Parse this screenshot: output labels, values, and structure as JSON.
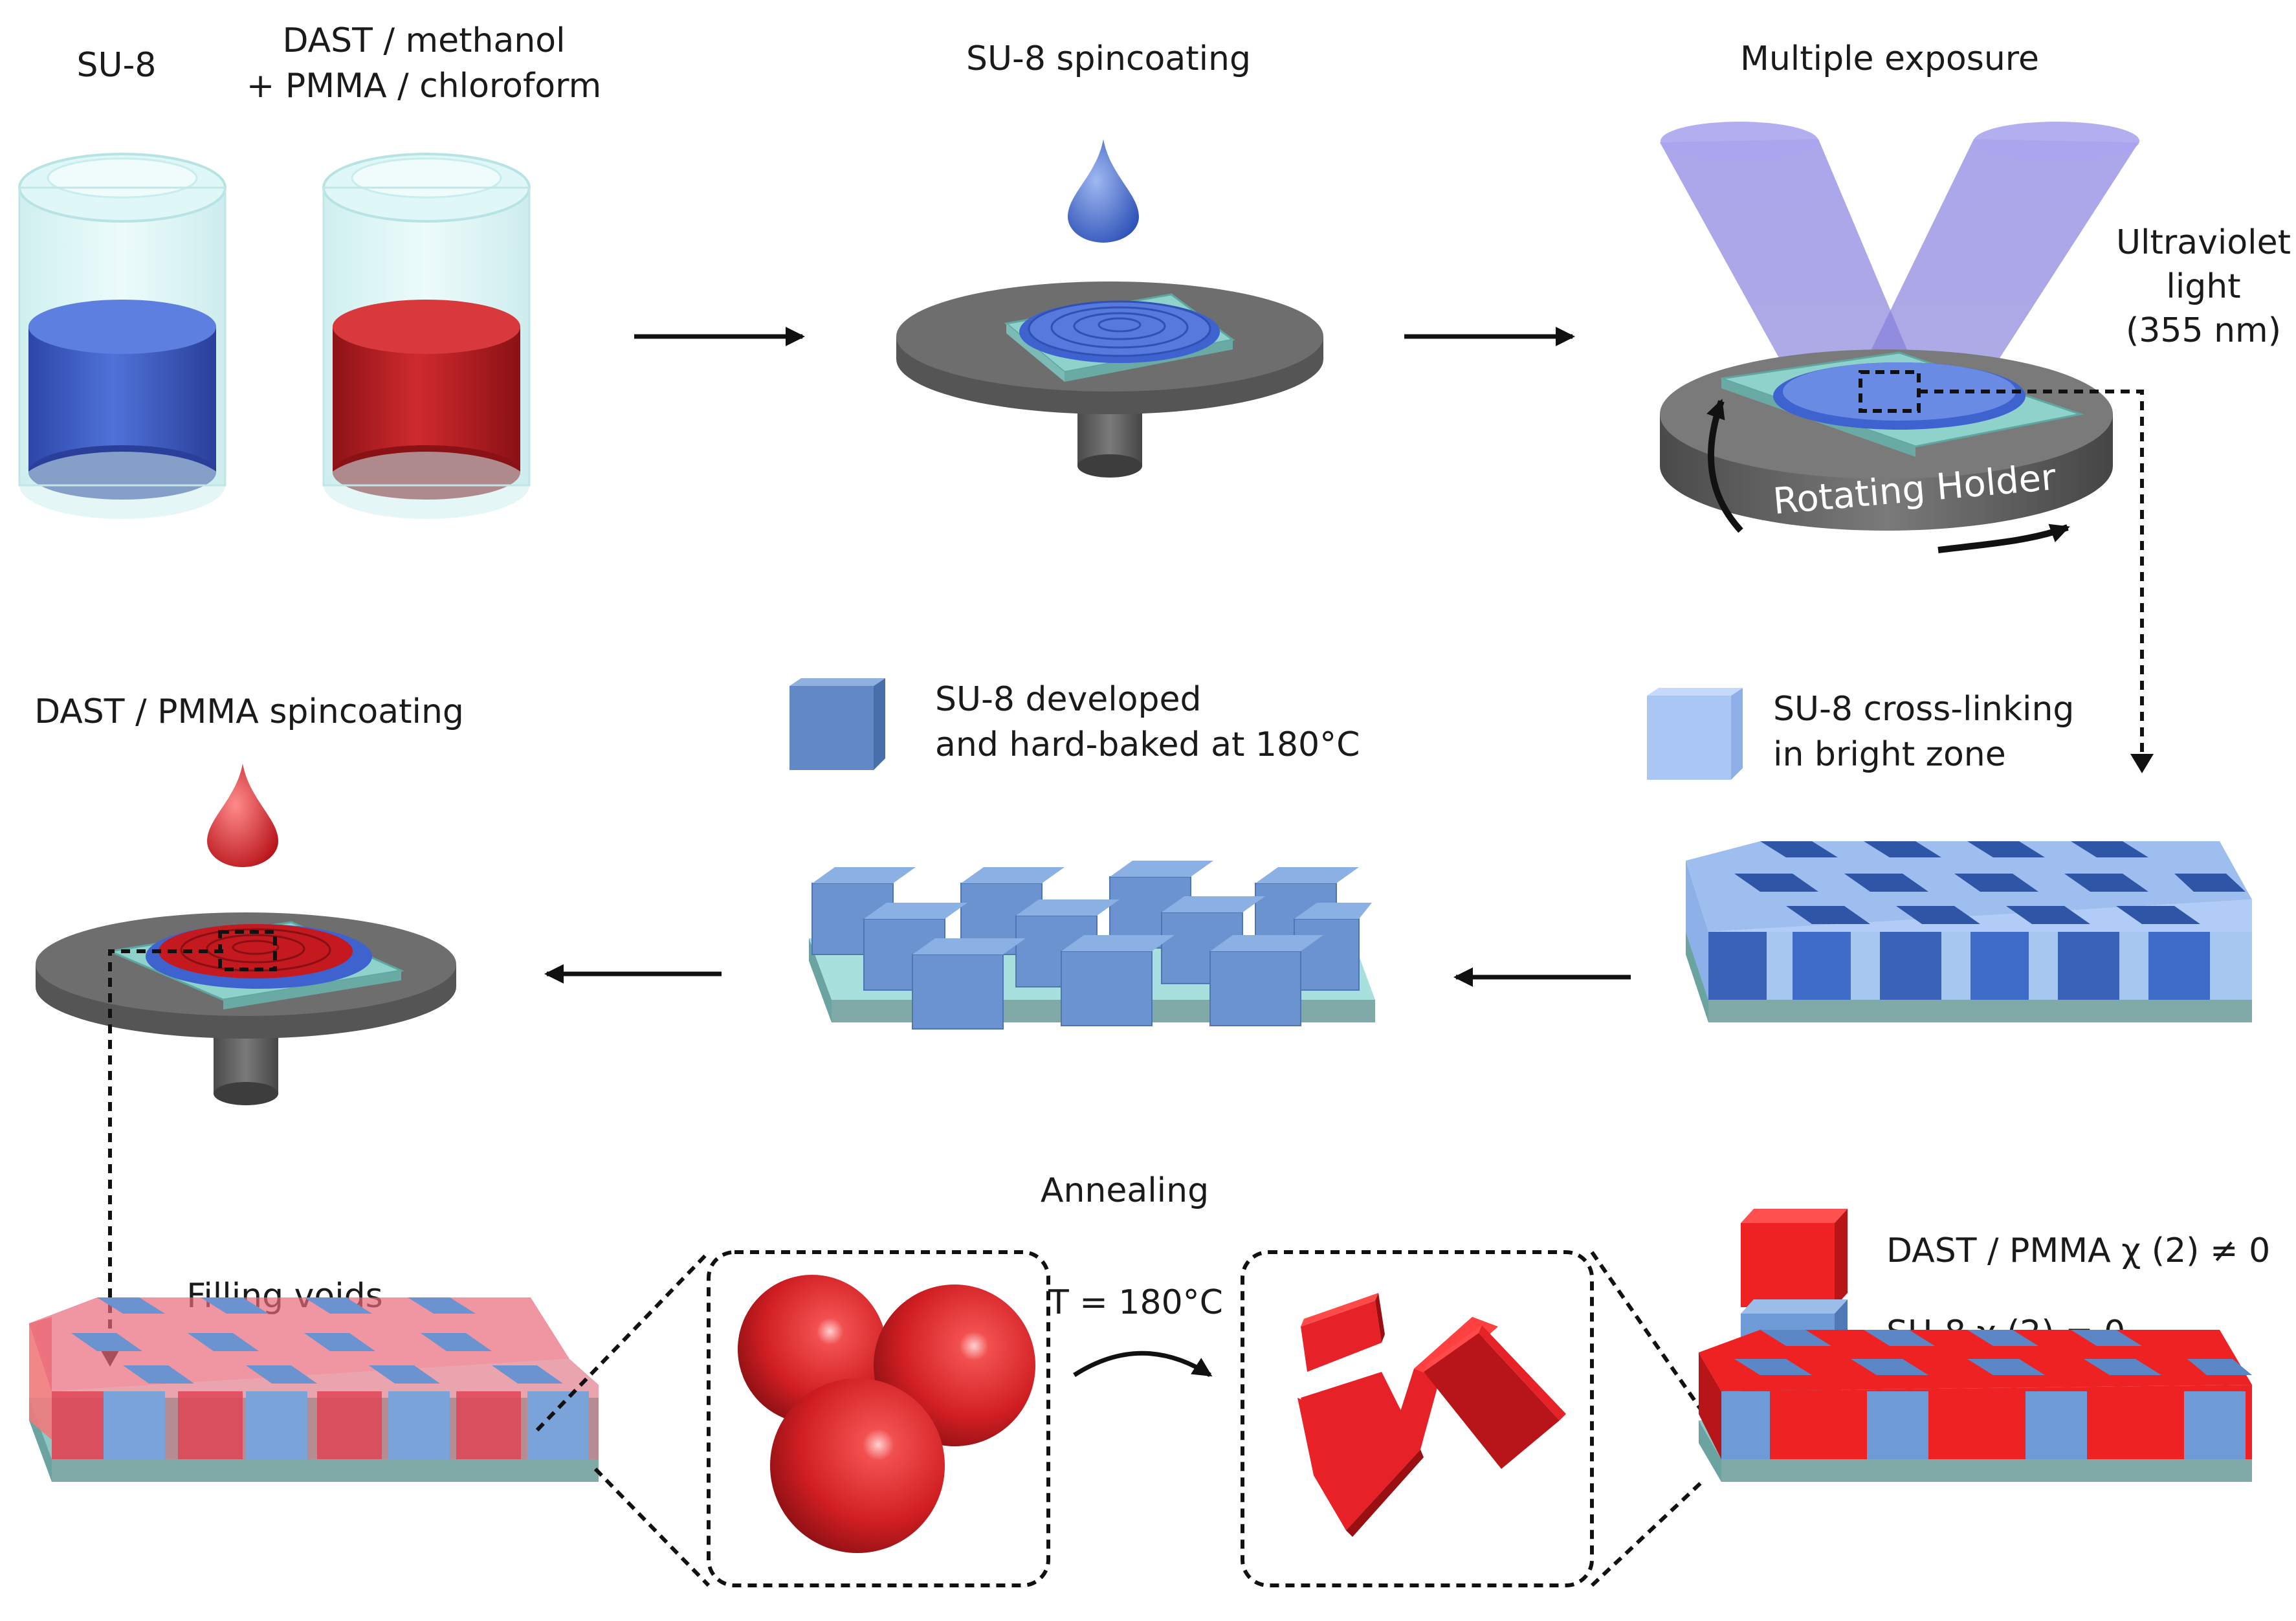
{
  "labels": {
    "su8": "SU-8",
    "dast_line1": "DAST / methanol",
    "dast_line2": "+ PMMA / chloroform",
    "su8_spin": "SU-8 spincoating",
    "multiple_exposure": "Multiple exposure",
    "uv_line1": "Ultraviolet",
    "uv_line2": "light",
    "uv_line3": "(355 nm)",
    "rotating_holder": "Rotating Holder",
    "dast_spin": "DAST / PMMA spincoating",
    "developed_line1": "SU-8 developed",
    "developed_line2": "and hard-baked at 180°C",
    "crosslink_line1": "SU-8 cross-linking",
    "crosslink_line2": "in bright zone",
    "annealing": "Annealing",
    "filling_voids": "Filling voids",
    "temperature": "T = 180°C",
    "legend_dast": "DAST / PMMA χ (2) ≠ 0",
    "legend_su8": "SU-8 χ (2) = 0"
  },
  "colors": {
    "su8_blue": "#3c5fc4",
    "dast_red": "#c82024",
    "developed_blue": "#6b93cf",
    "crosslink_light": "#a9c6f5",
    "substrate": "#7faaa8",
    "holder_gray": "#6e6e6e",
    "uv_violet": "#8c88de",
    "legend_red": "#ee2222",
    "legend_blue": "#6e9bd6"
  },
  "icons": {
    "su8_vial": "vial-icon",
    "dast_vial": "vial-icon",
    "drop": "droplet-icon",
    "arrow": "arrow-right-icon",
    "cube": "cube-icon",
    "sphere": "sphere-icon"
  }
}
